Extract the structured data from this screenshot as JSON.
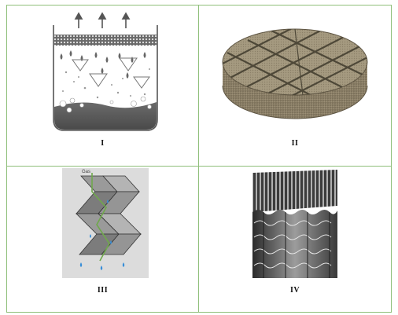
{
  "figure": {
    "border_color": "#8fbf7a",
    "panels": [
      {
        "id": "panel-1",
        "label": "I",
        "image": "demister-vessel-diagram-icon"
      },
      {
        "id": "panel-2",
        "label": "II",
        "image": "wire-mesh-pad-icon"
      },
      {
        "id": "panel-3",
        "label": "III",
        "image": "vane-pack-diagram-icon",
        "annotation": "Gas"
      },
      {
        "id": "panel-4",
        "label": "IV",
        "image": "corrugated-vane-plates-icon"
      }
    ]
  }
}
